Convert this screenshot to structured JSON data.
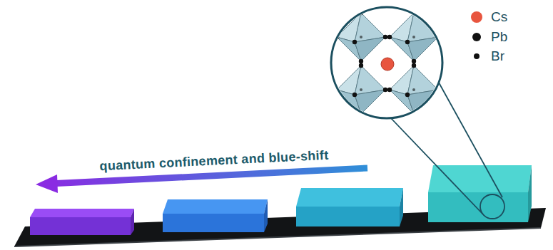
{
  "diagram": {
    "labels": [
      "quantum confinement and blue-shift"
    ],
    "legend": [
      {
        "text": "Cs",
        "color": "#e8553f"
      },
      {
        "text": "Pb",
        "color": "#111111"
      },
      {
        "text": "Br",
        "color": "#111111"
      }
    ]
  }
}
